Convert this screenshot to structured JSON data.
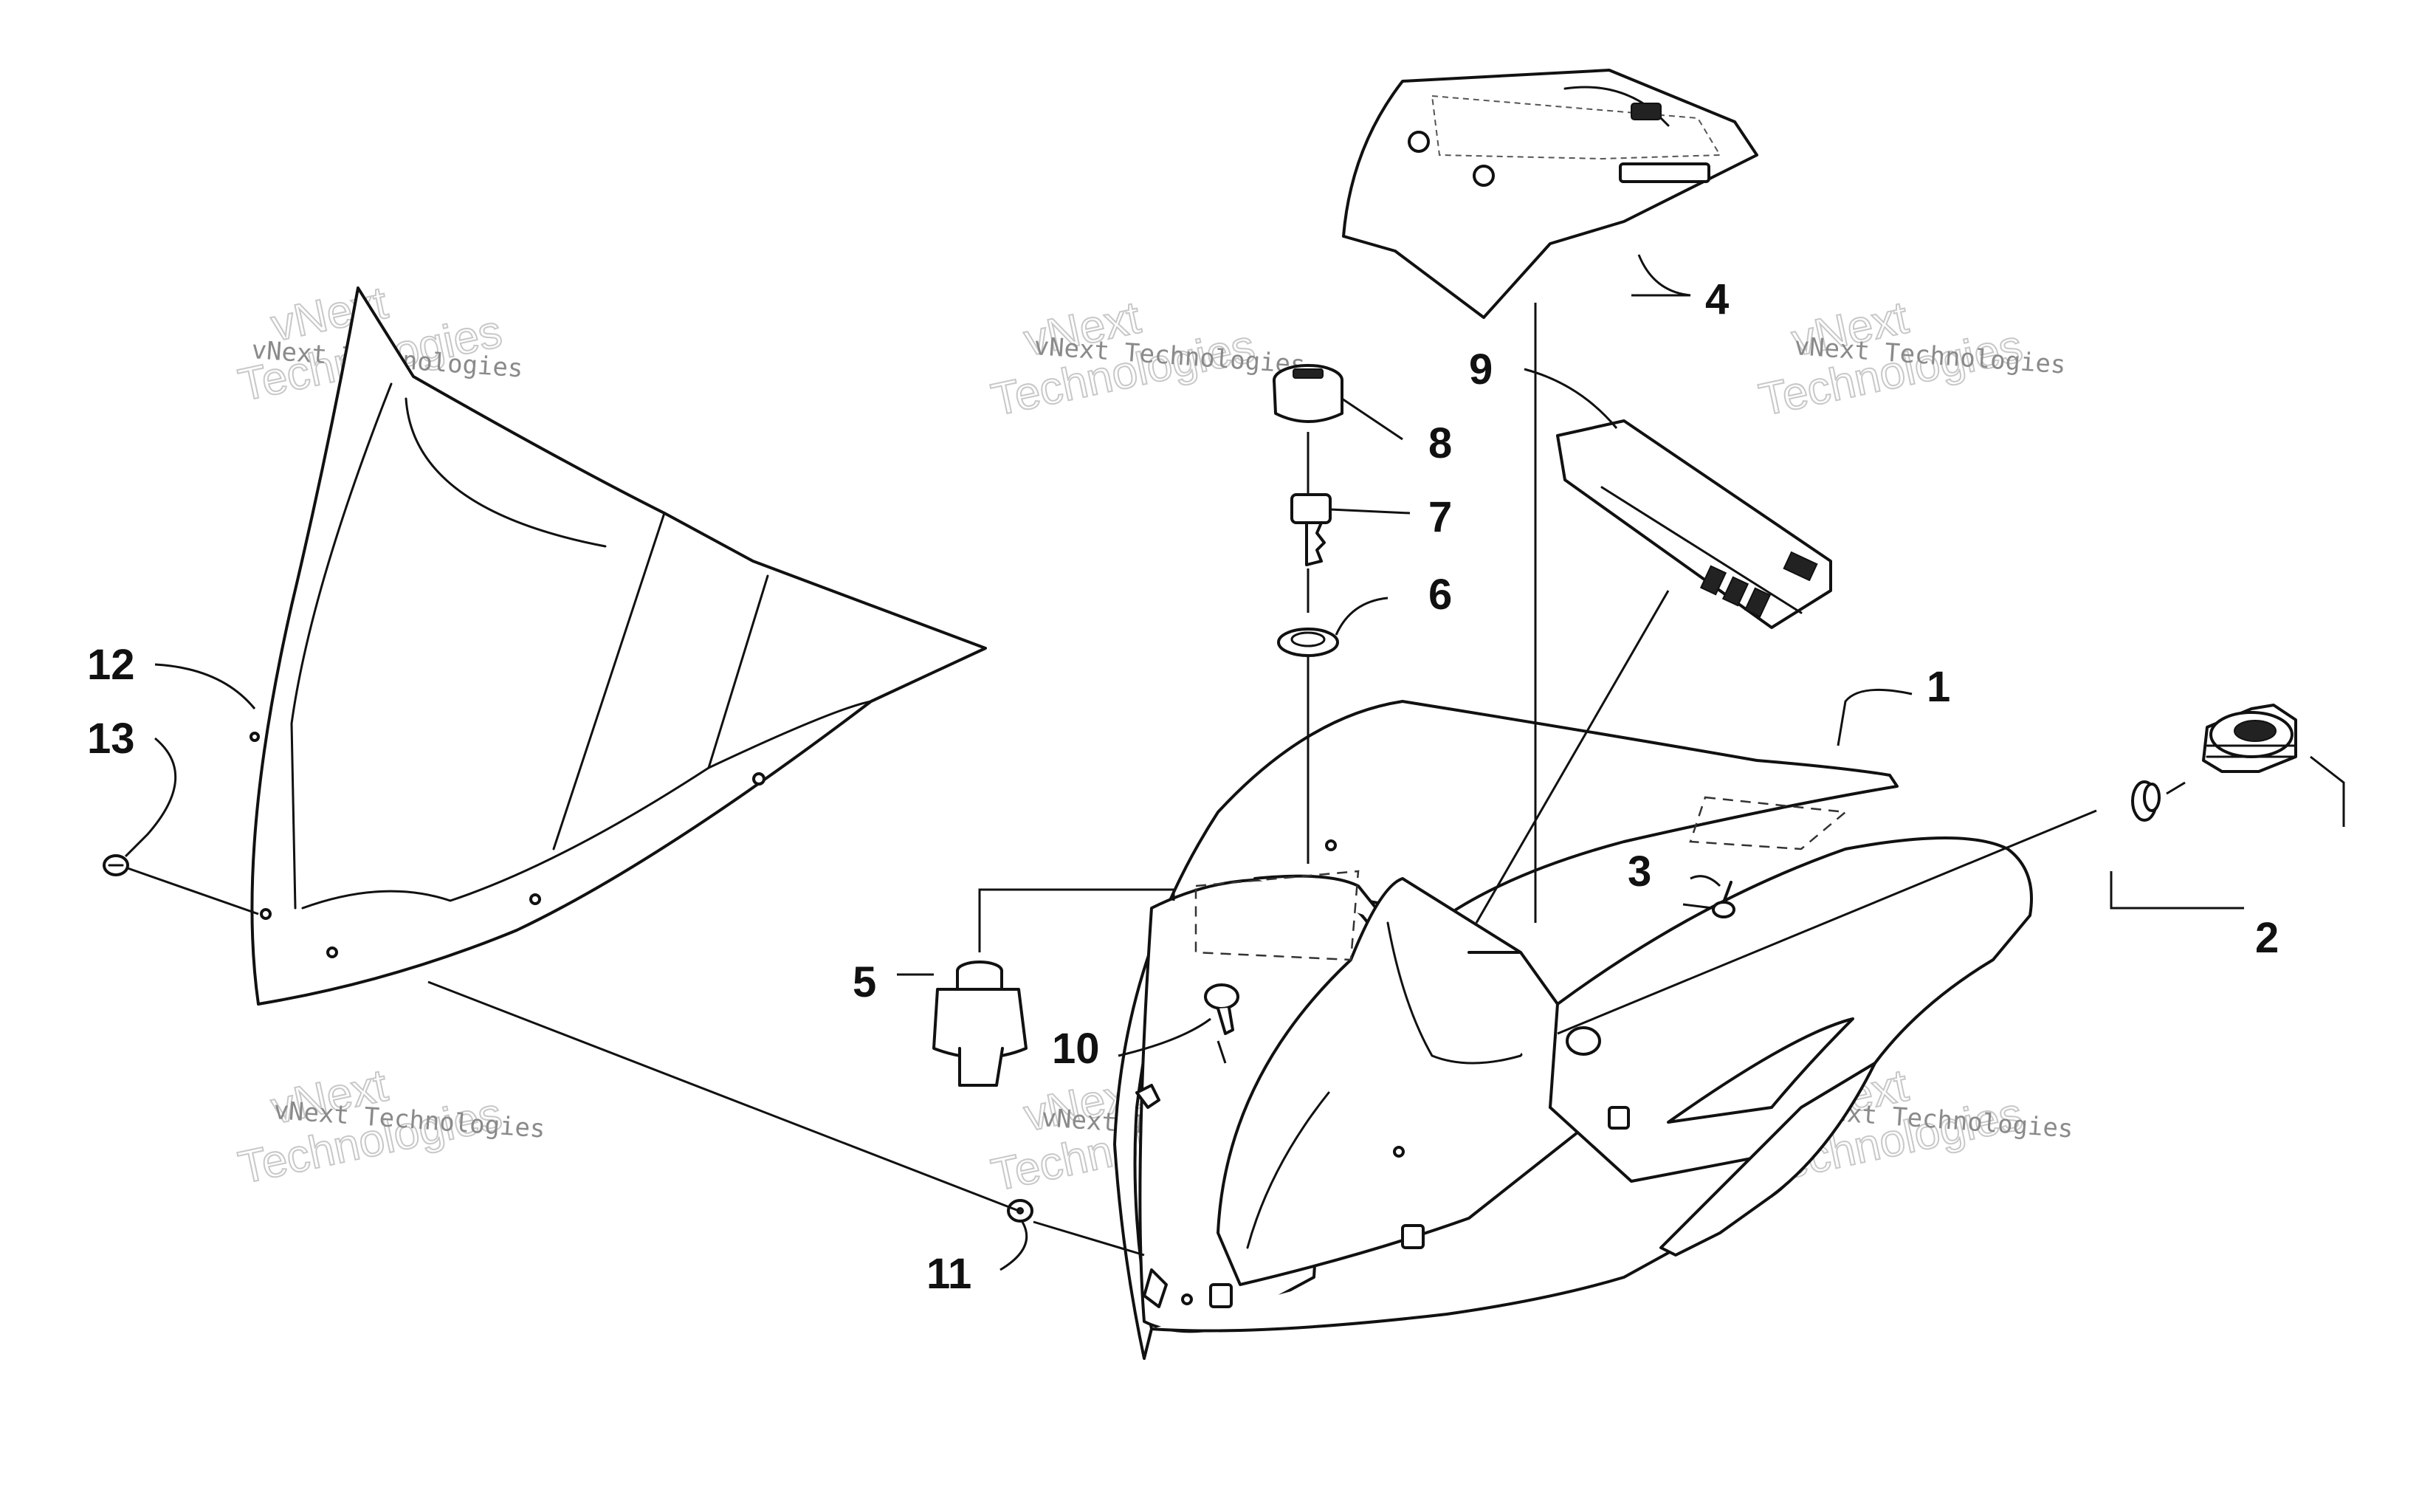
{
  "callouts": {
    "c1": "1",
    "c2": "2",
    "c3": "3",
    "c4": "4",
    "c5": "5",
    "c6": "6",
    "c7": "7",
    "c8": "8",
    "c9": "9",
    "c10": "10",
    "c11": "11",
    "c12": "12",
    "c13": "13"
  },
  "watermarks": [
    {
      "line1": "vNext",
      "line2": "Technologies",
      "line3": "vNext Technologies"
    },
    {
      "line1": "vNext",
      "line2": "Technologies",
      "line3": "vNext Technologies"
    },
    {
      "line1": "vNext",
      "line2": "Technologies",
      "line3": "vNext Technologies"
    },
    {
      "line1": "vNext",
      "line2": "Technologies",
      "line3": "vNext Technologies"
    },
    {
      "line1": "vNext",
      "line2": "Technologies",
      "line3": "vNext Technologies"
    },
    {
      "line1": "vNext",
      "line2": "Technologies",
      "line3": "vNext Technologies"
    }
  ]
}
